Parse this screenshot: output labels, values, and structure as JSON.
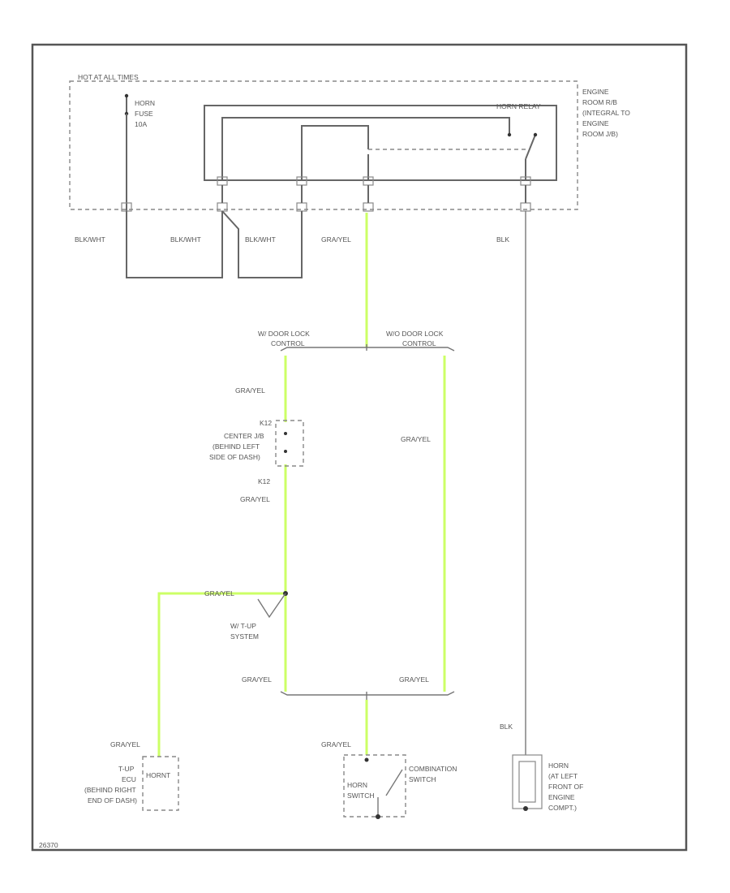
{
  "labels": {
    "hot_at_all_times": "HOT AT ALL TIMES",
    "horn_fuse": "HORN",
    "horn_fuse_line2": "FUSE",
    "horn_fuse_line3": "10A",
    "engine_room_rb_1": "ENGINE",
    "engine_room_rb_2": "ROOM R/B",
    "engine_room_rb_3": "(INTEGRAL TO",
    "engine_room_rb_4": "ENGINE",
    "engine_room_rb_5": "ROOM J/B)",
    "horn_relay": "HORN RELAY",
    "blk_wht_1": "BLK/WHT",
    "blk_wht_2": "BLK/WHT",
    "blk_wht_3": "BLK/WHT",
    "gra_yel_top": "GRA/YEL",
    "blk_top": "BLK",
    "w_door_lock_1": "W/ DOOR LOCK",
    "w_door_lock_2": "CONTROL",
    "wo_door_lock_1": "W/O DOOR LOCK",
    "wo_door_lock_2": "CONTROL",
    "gra_yel_left_1": "GRA/YEL",
    "center_jb_1": "CENTER J/B",
    "center_jb_2": "(BEHIND LEFT",
    "center_jb_3": "SIDE OF DASH)",
    "k12_top": "K12",
    "k12_bottom": "K12",
    "gra_yel_left_2": "GRA/YEL",
    "gra_yel_right_mid": "GRA/YEL",
    "gra_yel_tup": "GRA/YEL",
    "wtup_1": "W/ T-UP",
    "wtup_2": "SYSTEM",
    "gra_yel_left_3": "GRA/YEL",
    "gra_yel_right_3": "GRA/YEL",
    "gra_yel_bottom_left": "GRA/YEL",
    "gra_yel_bottom_mid": "GRA/YEL",
    "blk_bottom": "BLK",
    "tup_ecu_1": "T-UP",
    "tup_ecu_2": "ECU",
    "tup_ecu_3": "(BEHIND RIGHT",
    "tup_ecu_4": "END OF DASH)",
    "hornt": "HORNT",
    "horn_switch_1": "HORN",
    "horn_switch_2": "SWITCH",
    "combination_switch_1": "COMBINATION",
    "combination_switch_2": "SWITCH",
    "horn_1": "HORN",
    "horn_2": "(AT LEFT",
    "horn_3": "FRONT OF",
    "horn_4": "ENGINE",
    "horn_5": "COMPT.)",
    "figure_id": "26370"
  },
  "colors": {
    "wire_green": "#ccff66",
    "wire_gray": "#666666"
  }
}
